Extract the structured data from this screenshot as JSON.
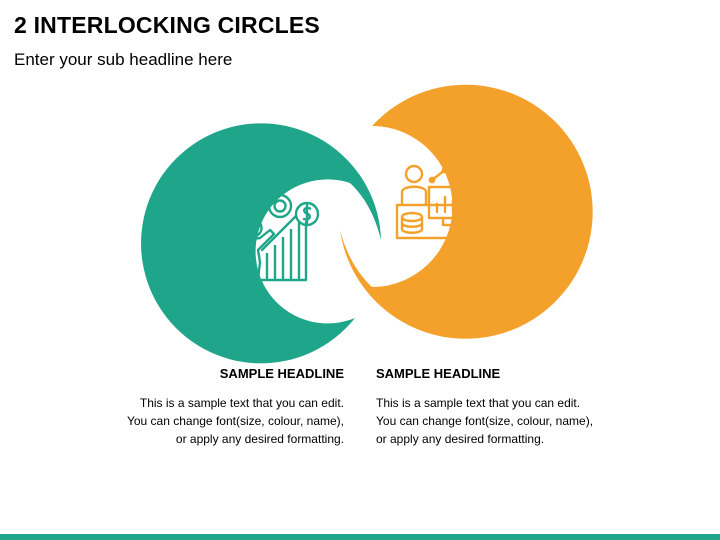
{
  "header": {
    "title": "2 INTERLOCKING CIRCLES",
    "subtitle": "Enter your sub headline here"
  },
  "colors": {
    "green": "#1fa68a",
    "orange": "#f4a12c"
  },
  "items": [
    {
      "headline": "SAMPLE HEADLINE",
      "lines": [
        "This is a sample text that you can edit.",
        "You can change font(size, colour, name),",
        "or apply any desired formatting."
      ],
      "icon": "investment-growth-icon"
    },
    {
      "headline": "SAMPLE HEADLINE",
      "lines": [
        "This is a sample text that you can edit.",
        "You can change font(size, colour, name),",
        "or apply any desired formatting."
      ],
      "icon": "data-analyst-icon"
    }
  ]
}
